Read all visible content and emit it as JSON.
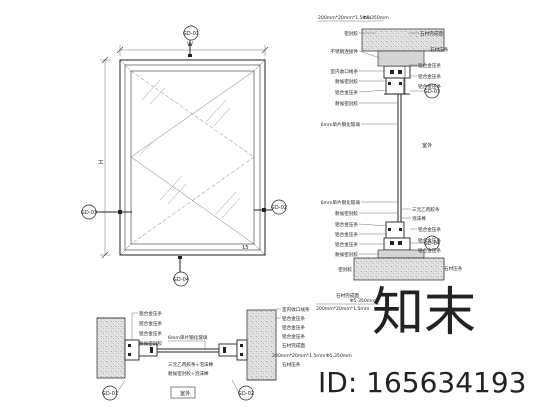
{
  "elevation": {
    "width_label": "W",
    "height_label": "H",
    "corner_mark": "15",
    "bubbles": {
      "top": "GD-01",
      "bottom": "GD-04",
      "left": "GD-03",
      "right": "GD-02"
    }
  },
  "vertical_section": {
    "top_dim": "200mm*20mm*1.5mm",
    "top_dim2": "Φ5.350mm",
    "top_bubble": "GD-03",
    "bottom_bubble": "GD-04",
    "outdoor_label": "室外",
    "top_labels_left": [
      "密封胶",
      "不锈钢连接件",
      "室内收口线条",
      "耐候密封胶",
      "铝合金压条",
      "耐候密封胶",
      "6mm单片钢化玻璃"
    ],
    "top_labels_right": [
      "石材完成面",
      "石材压条",
      "铝合金压条",
      "铝合金压条",
      "铝合金压条"
    ],
    "bottom_labels_left": [
      "6mm单片钢化玻璃",
      "耐候密封胶",
      "铝合金压条",
      "铝合金压条",
      "铝合金压条",
      "耐候密封胶",
      "密封胶"
    ],
    "bottom_labels_right": [
      "三元乙丙胶条",
      "泡沫棒",
      "铝合金压条",
      "铝合金压条",
      "铝合金压条",
      "石材压条"
    ],
    "bottom_dim": "200mm*20mm*1.5mm",
    "bottom_dim2": "Φ5.350mm",
    "bottom_right_label": "石材完成面"
  },
  "horizontal_section": {
    "left_labels": [
      "铝合金压条",
      "铝合金压条",
      "铝合金压条",
      "耐候密封胶"
    ],
    "center_labels": [
      "6mm单片钢化玻璃",
      "三元乙丙胶条+泡沫棒",
      "耐候密封胶+泡沫棒"
    ],
    "right_labels_top": [
      "室内收口线条",
      "铝合金压条",
      "铝合金压条",
      "铝合金压条"
    ],
    "right_labels_bottom": [
      "石材完成面",
      "200mm*20mm*1.5mm",
      "Φ5.350mm",
      "石材压条"
    ],
    "outdoor_label": "室外",
    "left_bubble": "GD-01",
    "right_bubble": "GD-02"
  },
  "watermark": {
    "logo_text": "知末",
    "id_text": "ID: 165634193"
  }
}
